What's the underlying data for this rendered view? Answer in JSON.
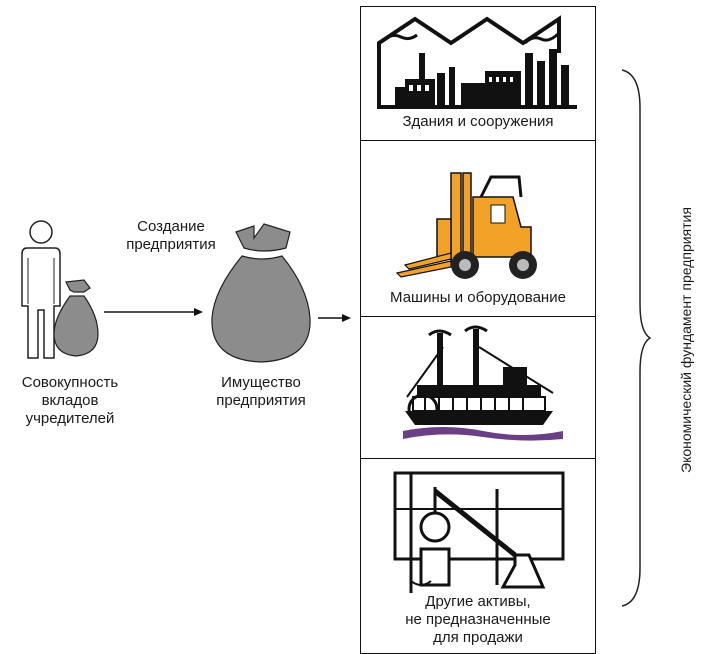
{
  "left": {
    "founders_caption": [
      "Совокупность",
      "вкладов",
      "учредителей"
    ],
    "creation_label": [
      "Создание",
      "предприятия"
    ],
    "property_caption": [
      "Имущество",
      "предприятия"
    ]
  },
  "panels": [
    {
      "icon": "factory-icon",
      "caption": "Здания и сооружения"
    },
    {
      "icon": "forklift-icon",
      "caption": "Машины и оборудование"
    },
    {
      "icon": "steamboat-icon",
      "caption": ""
    },
    {
      "icon": "lab-apparatus-icon",
      "caption_lines": [
        "Другие активы,",
        "не предназначенные",
        "для продажи"
      ]
    }
  ],
  "brace_label": "Экономический фундамент предприятия",
  "colors": {
    "bag_fill": "#8c8c8c",
    "line": "#111111",
    "forklift": "#f2a227",
    "water": "#6a3f86"
  }
}
